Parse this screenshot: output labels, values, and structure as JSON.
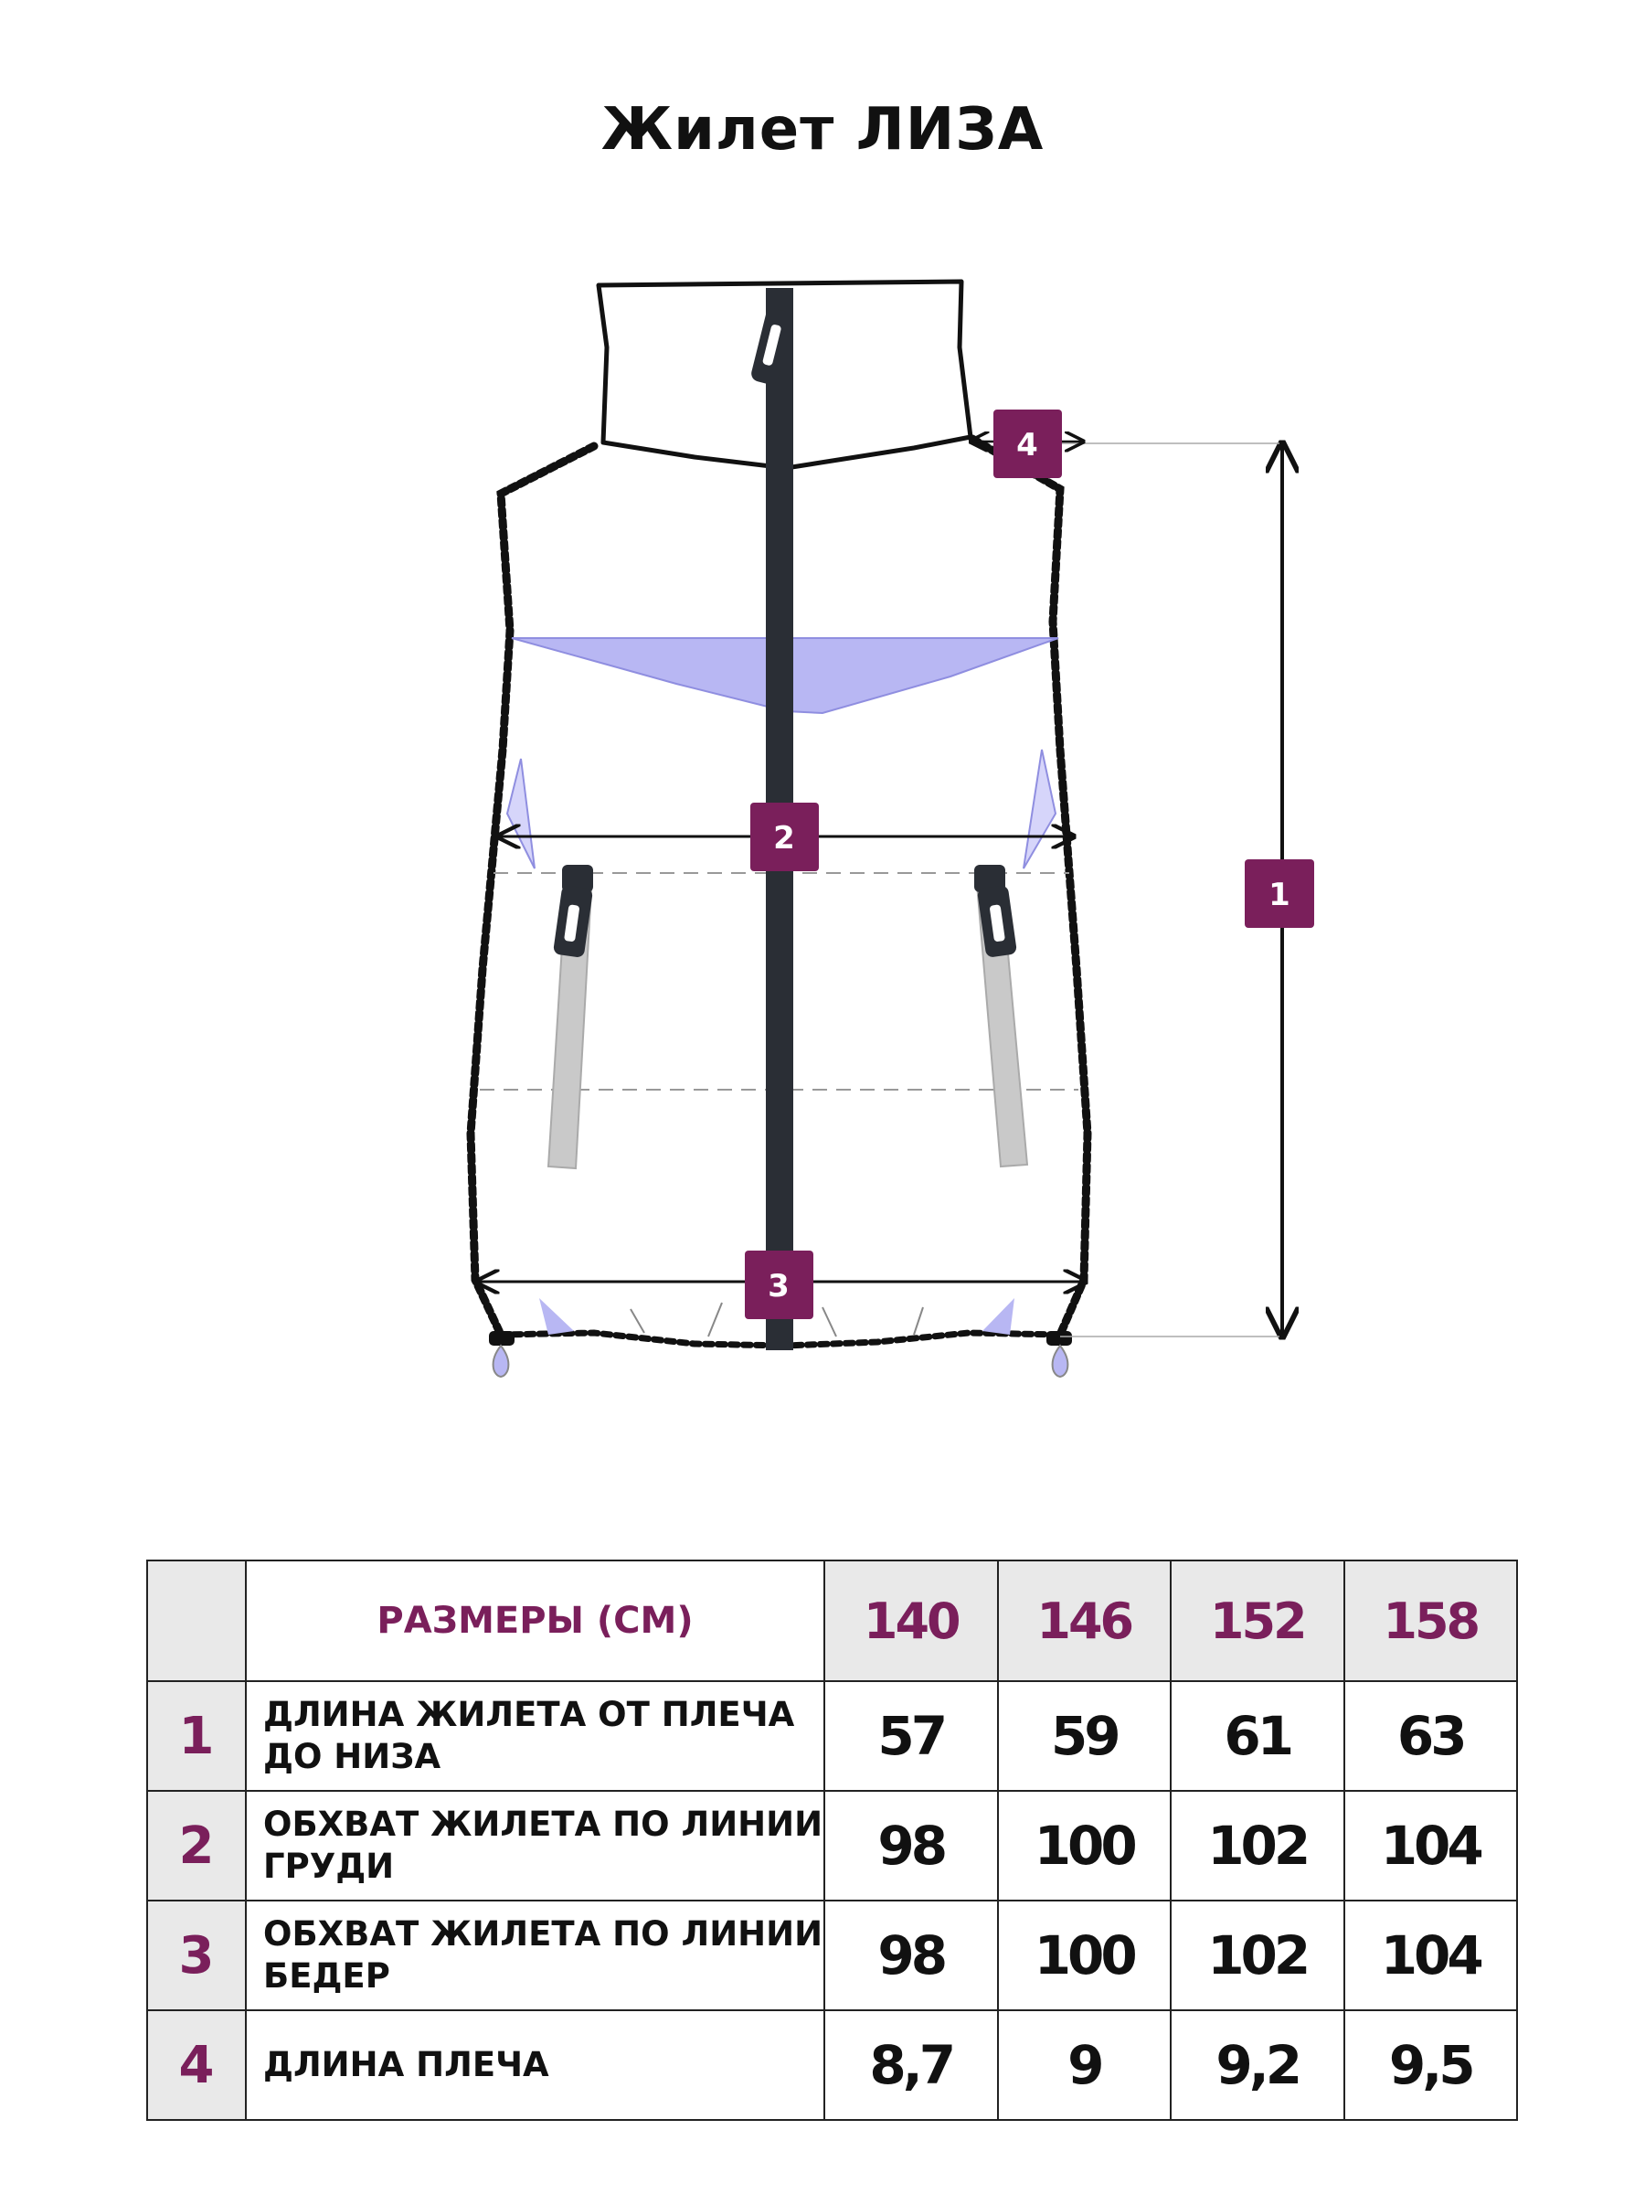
{
  "title": "Жилет ЛИЗА",
  "colors": {
    "accent": "#7a1f5b",
    "header_bg": "#e9e9e9",
    "lavender": "#b8b7f3",
    "zipper": "#2a2e35"
  },
  "diagram": {
    "badges": [
      "1",
      "2",
      "3",
      "4"
    ]
  },
  "table": {
    "header_label": "РАЗМЕРЫ (СМ)",
    "sizes": [
      "140",
      "146",
      "152",
      "158"
    ],
    "rows": [
      {
        "num": "1",
        "label": "ДЛИНА ЖИЛЕТА ОТ ПЛЕЧА\nДО НИЗА",
        "values": [
          "57",
          "59",
          "61",
          "63"
        ]
      },
      {
        "num": "2",
        "label": "ОБХВАТ ЖИЛЕТА ПО ЛИНИИ\nГРУДИ",
        "values": [
          "98",
          "100",
          "102",
          "104"
        ]
      },
      {
        "num": "3",
        "label": "ОБХВАТ ЖИЛЕТА  ПО ЛИНИИ\nБЕДЕР",
        "values": [
          "98",
          "100",
          "102",
          "104"
        ]
      },
      {
        "num": "4",
        "label": "ДЛИНА ПЛЕЧА",
        "values": [
          "8,7",
          "9",
          "9,2",
          "9,5"
        ]
      }
    ]
  }
}
